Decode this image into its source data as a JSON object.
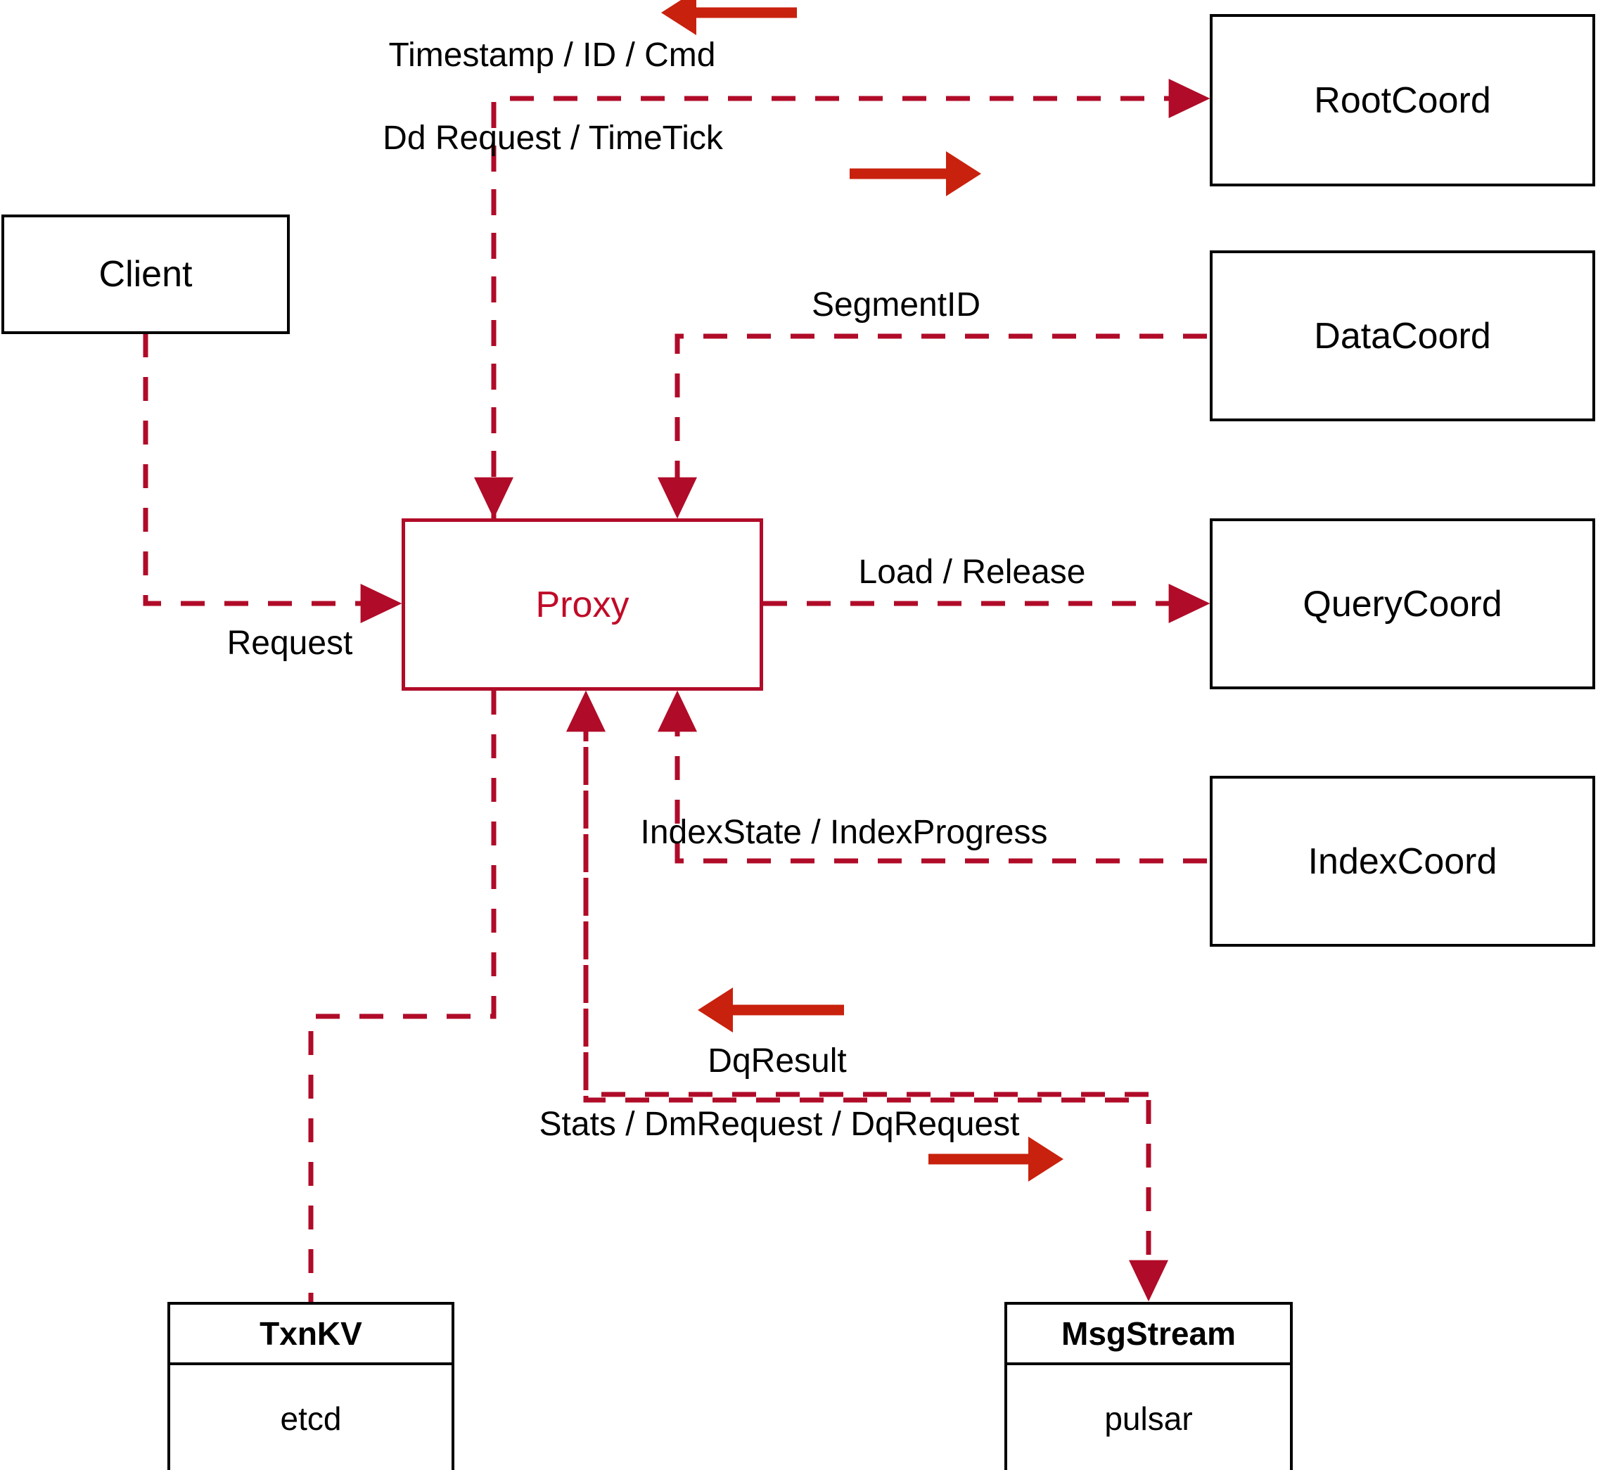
{
  "diagram": {
    "title": "Milvus Proxy interaction diagram",
    "colors": {
      "dashed_line": "#b00b28",
      "proxy_border": "#b00b28",
      "proxy_text": "#c00b28",
      "direction_arrow": "#c8210d",
      "box_border": "#000000",
      "box_text": "#000000",
      "background": "#ffffff"
    },
    "nodes": [
      {
        "id": "client",
        "label": "Client",
        "style": "black"
      },
      {
        "id": "proxy",
        "label": "Proxy",
        "style": "accent"
      },
      {
        "id": "rootcoord",
        "label": "RootCoord",
        "style": "black"
      },
      {
        "id": "datacoord",
        "label": "DataCoord",
        "style": "black"
      },
      {
        "id": "querycoord",
        "label": "QueryCoord",
        "style": "black"
      },
      {
        "id": "indexcoord",
        "label": "IndexCoord",
        "style": "black"
      }
    ],
    "stacked_nodes": [
      {
        "id": "txnkv",
        "header": "TxnKV",
        "body": "etcd"
      },
      {
        "id": "msgstream",
        "header": "MsgStream",
        "body": "pulsar"
      }
    ],
    "edges": [
      {
        "id": "e-timestamp",
        "label": "Timestamp / ID / Cmd",
        "from": "rootcoord",
        "to": "proxy",
        "direction": "left"
      },
      {
        "id": "e-ddrequest",
        "label": "Dd Request / TimeTick",
        "from": "proxy",
        "to": "rootcoord",
        "direction": "right"
      },
      {
        "id": "e-segmentid",
        "label": "SegmentID",
        "from": "datacoord",
        "to": "proxy",
        "direction": "none"
      },
      {
        "id": "e-request",
        "label": "Request",
        "from": "client",
        "to": "proxy",
        "direction": "none"
      },
      {
        "id": "e-loadrel",
        "label": "Load / Release",
        "from": "proxy",
        "to": "querycoord",
        "direction": "none"
      },
      {
        "id": "e-indexstate",
        "label": "IndexState / IndexProgress",
        "from": "indexcoord",
        "to": "proxy",
        "direction": "none"
      },
      {
        "id": "e-dqresult",
        "label": "DqResult",
        "from": "msgstream",
        "to": "proxy",
        "direction": "left"
      },
      {
        "id": "e-dmrequest",
        "label": "Stats / DmRequest / DqRequest",
        "from": "proxy",
        "to": "msgstream",
        "direction": "right"
      },
      {
        "id": "e-txnkv",
        "label": "",
        "from": "proxy",
        "to": "txnkv",
        "direction": "none"
      }
    ]
  }
}
